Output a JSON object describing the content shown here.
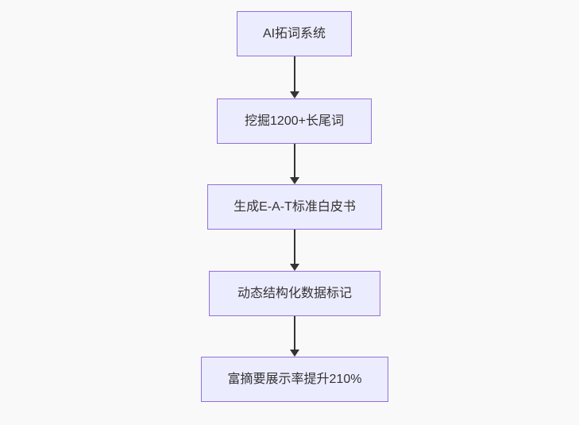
{
  "diagram": {
    "type": "flowchart",
    "direction": "top-down",
    "nodes": [
      {
        "label": "AI拓词系统"
      },
      {
        "label": "挖掘1200+长尾词"
      },
      {
        "label": "生成E-A-T标准白皮书"
      },
      {
        "label": "动态结构化数据标记"
      },
      {
        "label": "富摘要展示率提升210%"
      }
    ],
    "edges": [
      {
        "from": "AI拓词系统",
        "to": "挖掘1200+长尾词"
      },
      {
        "from": "挖掘1200+长尾词",
        "to": "生成E-A-T标准白皮书"
      },
      {
        "from": "生成E-A-T标准白皮书",
        "to": "动态结构化数据标记"
      },
      {
        "from": "动态结构化数据标记",
        "to": "富摘要展示率提升210%"
      }
    ],
    "colors": {
      "background": "#f9f9f9",
      "node_fill": "#ececff",
      "node_border": "#9370db",
      "arrow": "#333333",
      "text": "#333333"
    }
  }
}
